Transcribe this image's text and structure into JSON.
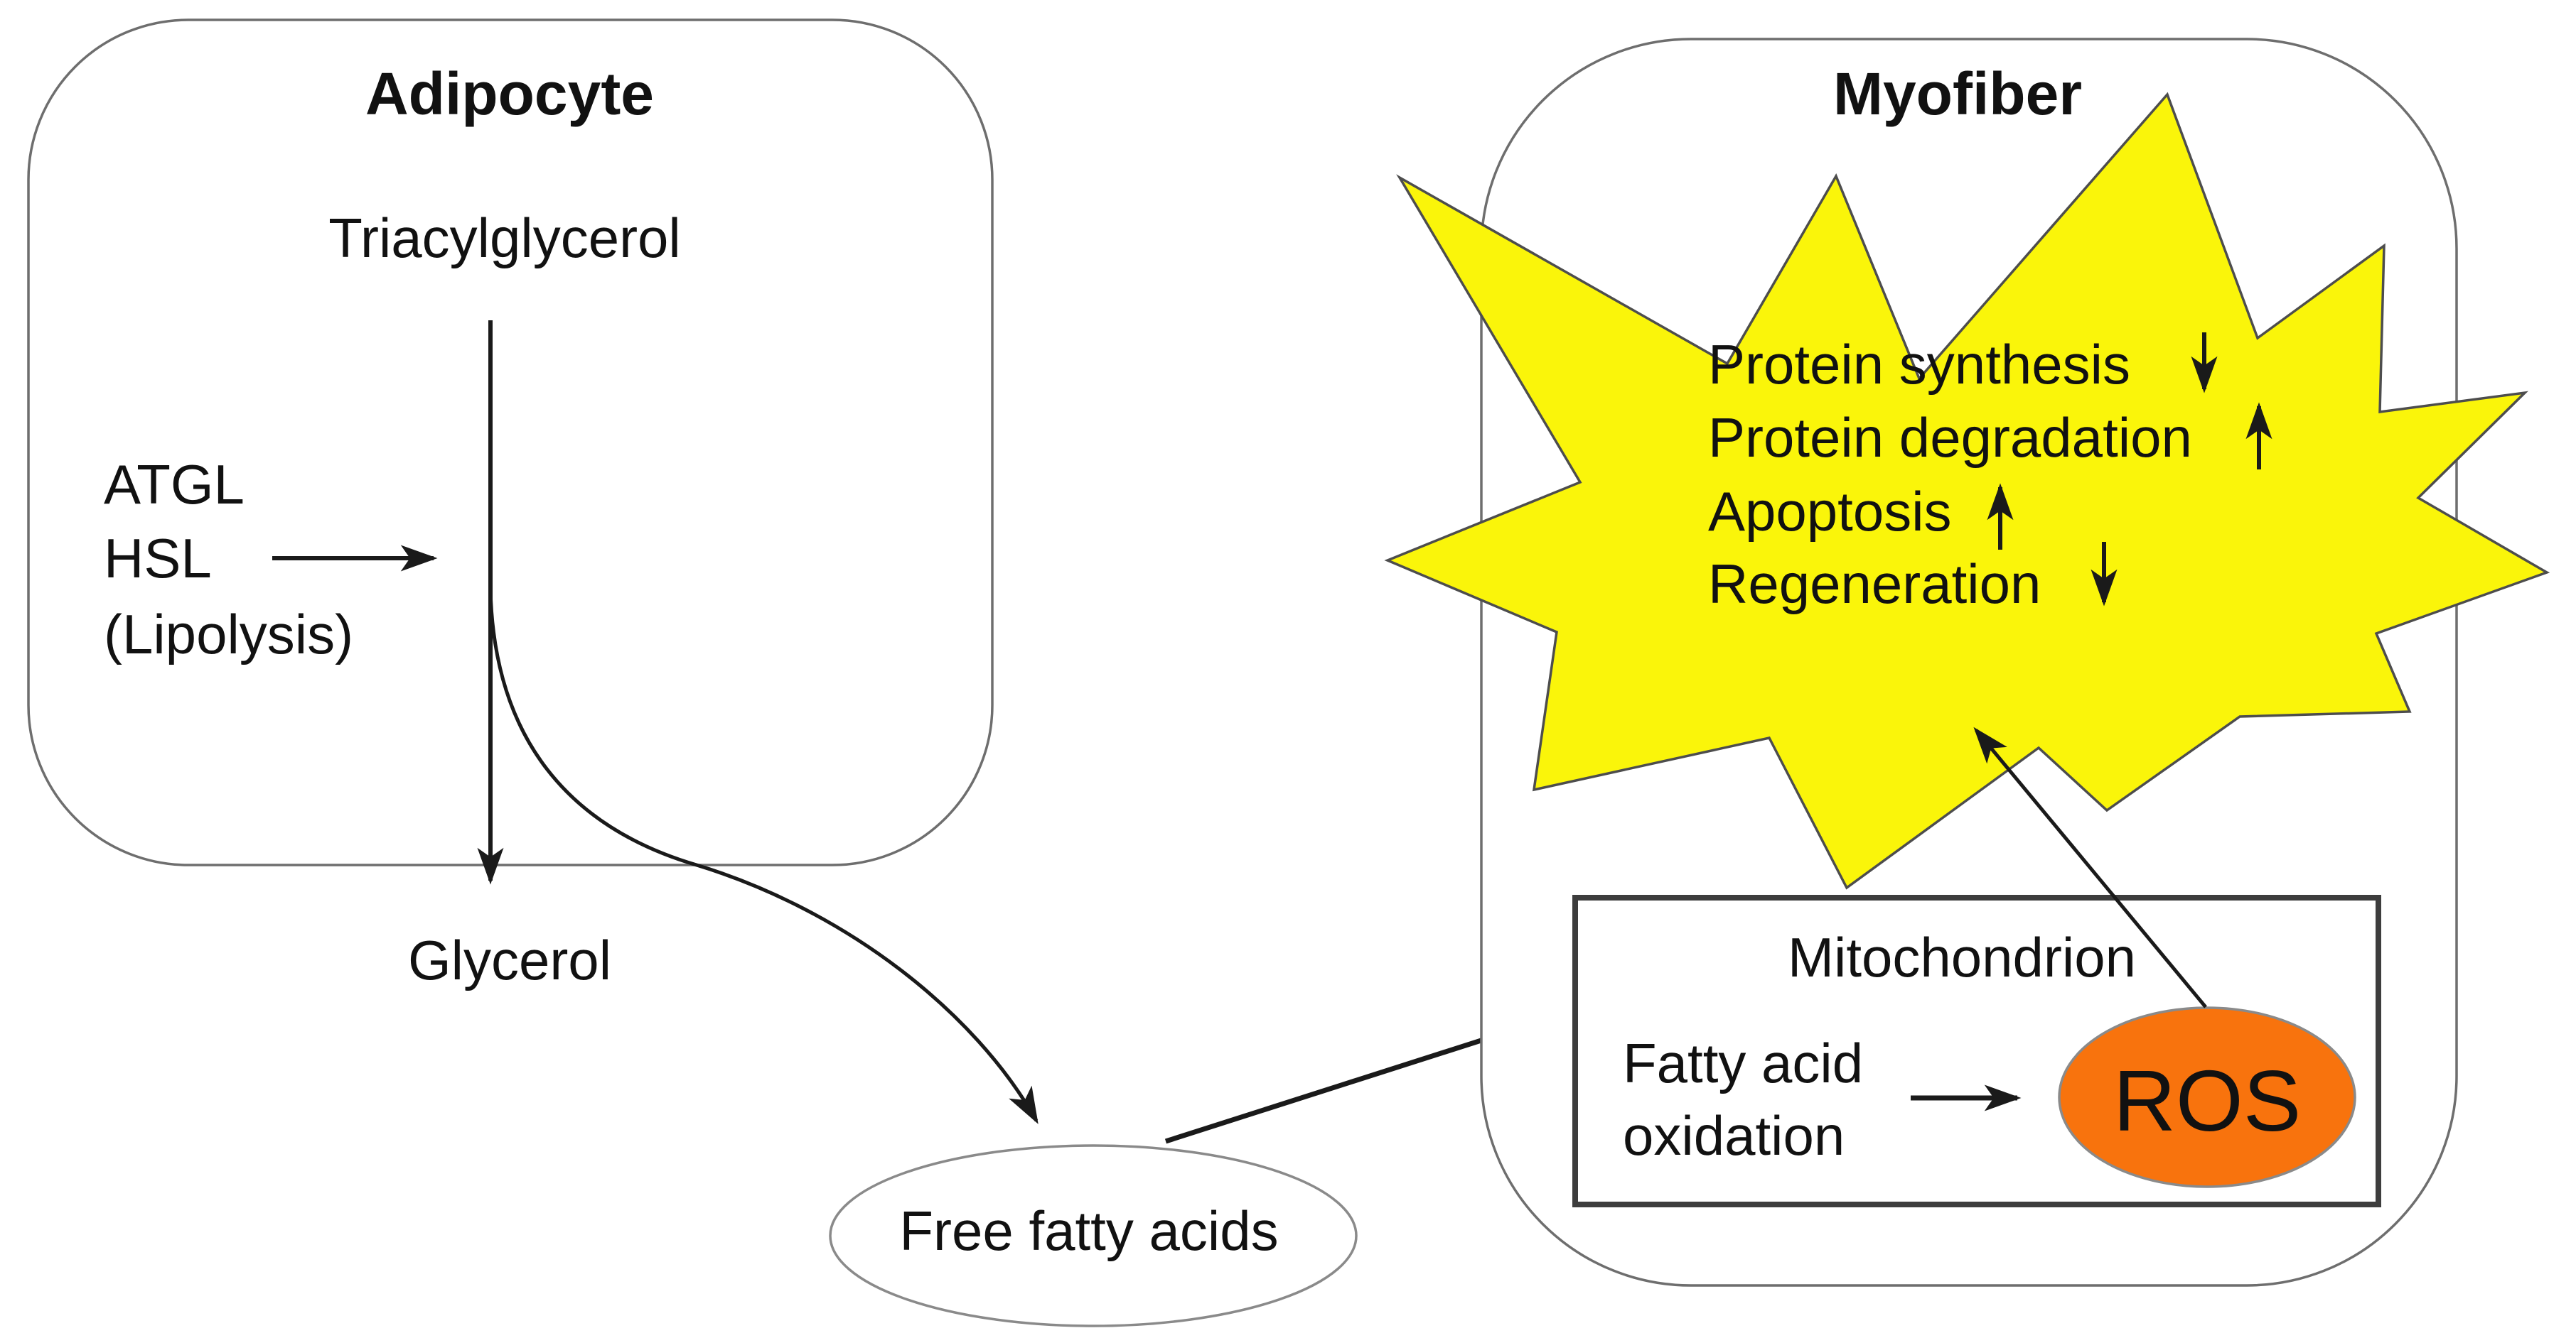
{
  "adipocyte": {
    "title": "Adipocyte",
    "substrate": "Triacylglycerol",
    "enzyme_lines": [
      "ATGL",
      "HSL",
      "(Lipolysis)"
    ],
    "product": "Glycerol"
  },
  "free_fatty_acids": {
    "label": "Free fatty acids"
  },
  "myofiber": {
    "title": "Myofiber",
    "effects": [
      {
        "label": "Protein synthesis",
        "direction": "down"
      },
      {
        "label": "Protein degradation",
        "direction": "up"
      },
      {
        "label": "Apoptosis",
        "direction": "up"
      },
      {
        "label": "Regeneration",
        "direction": "down"
      }
    ],
    "mitochondrion": {
      "title": "Mitochondrion",
      "process_line1": "Fatty acid",
      "process_line2": "oxidation",
      "ros_label": "ROS"
    }
  },
  "colors": {
    "starburst_fill": "#FAF50A",
    "ros_fill": "#F8730D"
  }
}
